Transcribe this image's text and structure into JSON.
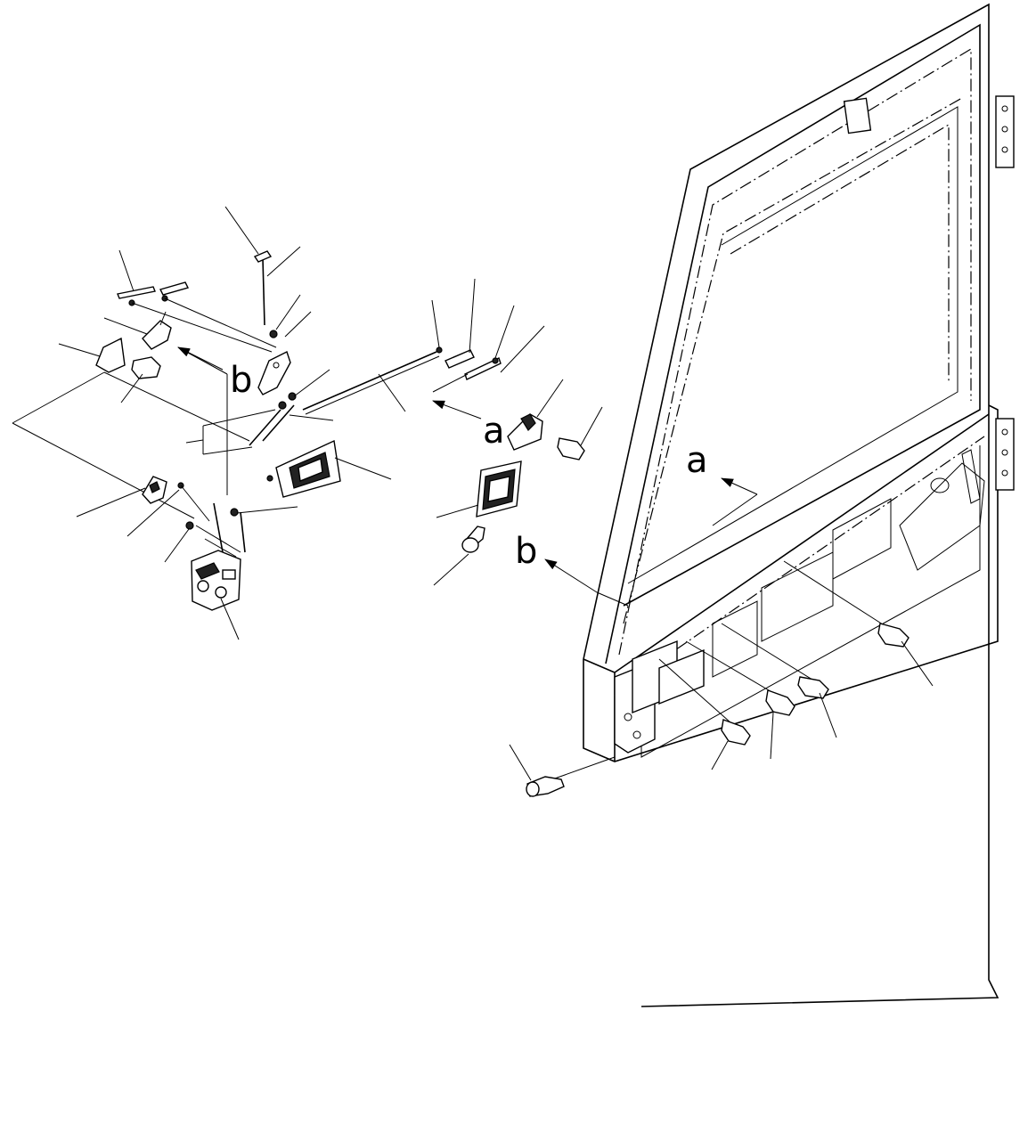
{
  "callouts": {
    "a_frame": "a",
    "a_detail": "a",
    "b_frame": "b",
    "b_detail": "b"
  }
}
